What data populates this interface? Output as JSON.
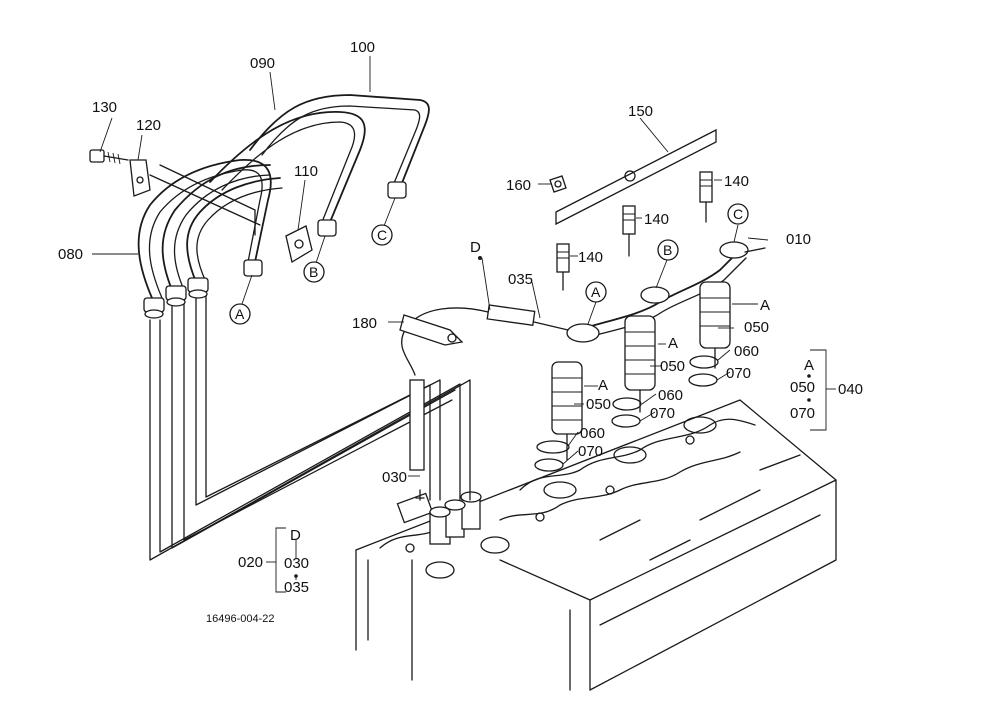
{
  "drawing_number": "16496-004-22",
  "part_labels": {
    "p010": "010",
    "p020": "020",
    "p030": "030",
    "p035": "035",
    "p040": "040",
    "p050": "050",
    "p060": "060",
    "p070": "070",
    "p080": "080",
    "p090": "090",
    "p100": "100",
    "p110": "110",
    "p120": "120",
    "p130": "130",
    "p140": "140",
    "p150": "150",
    "p160": "160",
    "p180": "180"
  },
  "connection_markers": {
    "a": "A",
    "b": "B",
    "c": "C",
    "d": "D"
  },
  "kit_groups": {
    "group_a": {
      "letter": "A",
      "item1": "050",
      "item2": "070",
      "total": "040"
    },
    "group_d": {
      "letter": "D",
      "item1": "030",
      "item2": "035",
      "total": "020"
    }
  }
}
